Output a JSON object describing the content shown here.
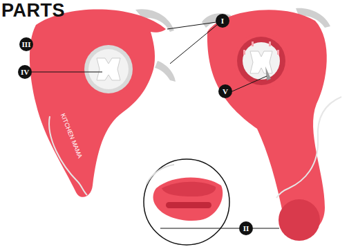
{
  "diagram": {
    "title": "PARTS",
    "labels": [
      "I",
      "II",
      "III",
      "IV",
      "V",
      "KITCHEN MAMA"
    ]
  }
}
